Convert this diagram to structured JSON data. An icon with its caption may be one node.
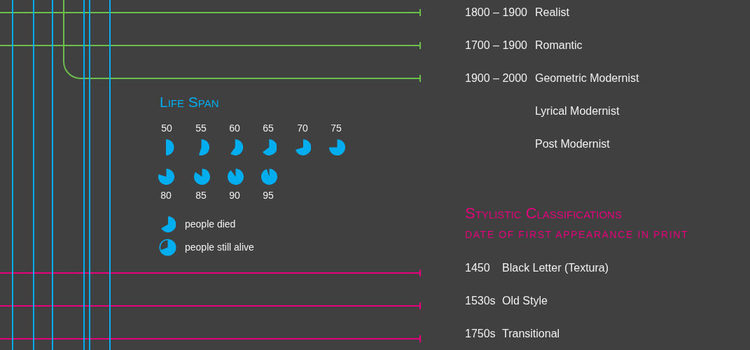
{
  "diagram": {
    "labels": [
      "1800 – 1900",
      "Realist",
      "1700 – 1900",
      "Romantic",
      "1900 – 2000",
      "Geometric Modernist",
      "Lyrical Modernist",
      "Post Modernist",
      "Life Span",
      "50",
      "55",
      "60",
      "65",
      "70",
      "75",
      "80",
      "85",
      "90",
      "95",
      "Stylistic Classifications",
      "DATE OF FIRST APPEARANCE IN PRINT",
      "1450",
      "Black Letter (Textura)",
      "1530s",
      "Old Style",
      "1750s",
      "Transitional"
    ],
    "legend": [
      {
        "text": "people died"
      },
      {
        "text": "people still alive"
      }
    ]
  }
}
